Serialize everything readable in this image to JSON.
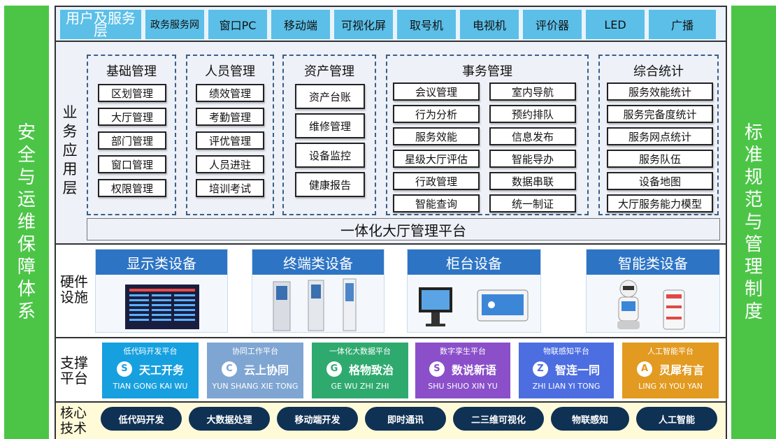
{
  "left_side": {
    "text": "安全与运维保障体系"
  },
  "right_side": {
    "text": "标准规范与管理制度"
  },
  "user_layer": {
    "title": "用户及服务层",
    "items": [
      "政务服务网",
      "窗口PC",
      "移动端",
      "可视化屏",
      "取号机",
      "电视机",
      "评价器",
      "LED",
      "广播"
    ]
  },
  "business_layer": {
    "label": "业务应用层",
    "groups": [
      {
        "title": "基础管理",
        "items": [
          "区划管理",
          "大厅管理",
          "部门管理",
          "窗口管理",
          "权限管理"
        ]
      },
      {
        "title": "人员管理",
        "items": [
          "绩效管理",
          "考勤管理",
          "评优管理",
          "人员进驻",
          "培训考试"
        ]
      },
      {
        "title": "资产管理",
        "items": [
          "资产台账",
          "维修管理",
          "设备监控",
          "健康报告"
        ]
      },
      {
        "title": "事务管理",
        "items": [
          "会议管理",
          "室内导航",
          "行为分析",
          "预约排队",
          "服务效能",
          "信息发布",
          "星级大厅评估",
          "智能导办",
          "行政管理",
          "数据串联",
          "智能查询",
          "统一制证"
        ]
      },
      {
        "title": "综合统计",
        "items": [
          "服务效能统计",
          "服务完备度统计",
          "服务网点统计",
          "服务队伍",
          "设备地图",
          "大厅服务能力模型"
        ]
      }
    ],
    "platform": "一体化大厅管理平台"
  },
  "hardware_layer": {
    "label": "硬件设施",
    "cards": [
      "显示类设备",
      "终端类设备",
      "柜台设备",
      "智能类设备"
    ]
  },
  "support_layer": {
    "label": "支撑平台",
    "cards": [
      {
        "top": "低代码开发平台",
        "brand": "天工开务",
        "pinyin": "TIAN GONG KAI WU",
        "color": "#17a0df"
      },
      {
        "top": "协同工作平台",
        "brand": "云上协同",
        "pinyin": "YUN SHANG XIE TONG",
        "color": "#7fa5d2"
      },
      {
        "top": "一体化大数据平台",
        "brand": "格物致治",
        "pinyin": "GE WU ZHI ZHI",
        "color": "#2faa6f"
      },
      {
        "top": "数字孪生平台",
        "brand": "数说新语",
        "pinyin": "SHU SHUO XIN YU",
        "color": "#8a4fc9"
      },
      {
        "top": "物联感知平台",
        "brand": "智连一同",
        "pinyin": "ZHI LIAN YI TONG",
        "color": "#4d6ee0"
      },
      {
        "top": "人工智能平台",
        "brand": "灵犀有言",
        "pinyin": "LING XI YOU YAN",
        "color": "#e29a20"
      }
    ]
  },
  "core_layer": {
    "label": "核心技术",
    "items": [
      "低代码开发",
      "大数据处理",
      "移动端开发",
      "即时通讯",
      "二三维可视化",
      "物联感知",
      "人工智能"
    ]
  }
}
